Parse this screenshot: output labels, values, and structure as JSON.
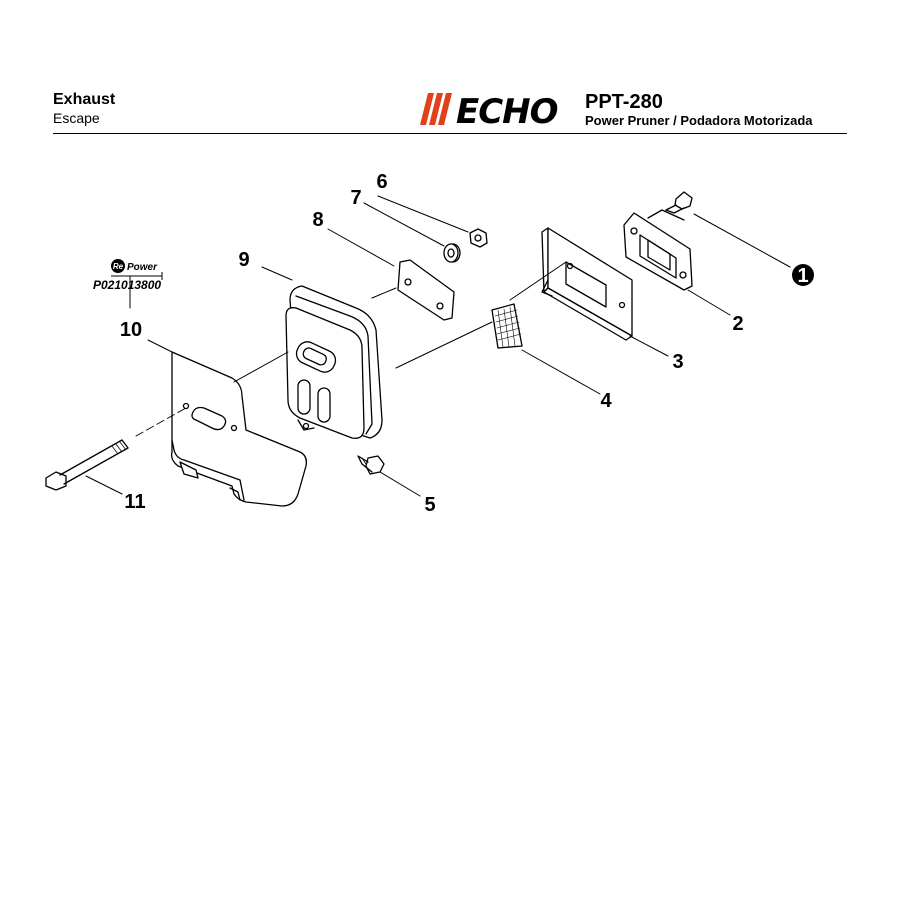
{
  "header": {
    "section_title": "Exhaust",
    "section_subtitle": "Escape",
    "brand": "ECHO",
    "model": "PPT-280",
    "product": "Power Pruner / Podadora Motorizada"
  },
  "repower": {
    "brand_re": "Re",
    "brand_power": "Power",
    "part_number": "P021013800"
  },
  "callouts": {
    "c1": "1",
    "c2": "2",
    "c3": "3",
    "c4": "4",
    "c5": "5",
    "c6": "6",
    "c7": "7",
    "c8": "8",
    "c9": "9",
    "c10": "10",
    "c11": "11"
  }
}
